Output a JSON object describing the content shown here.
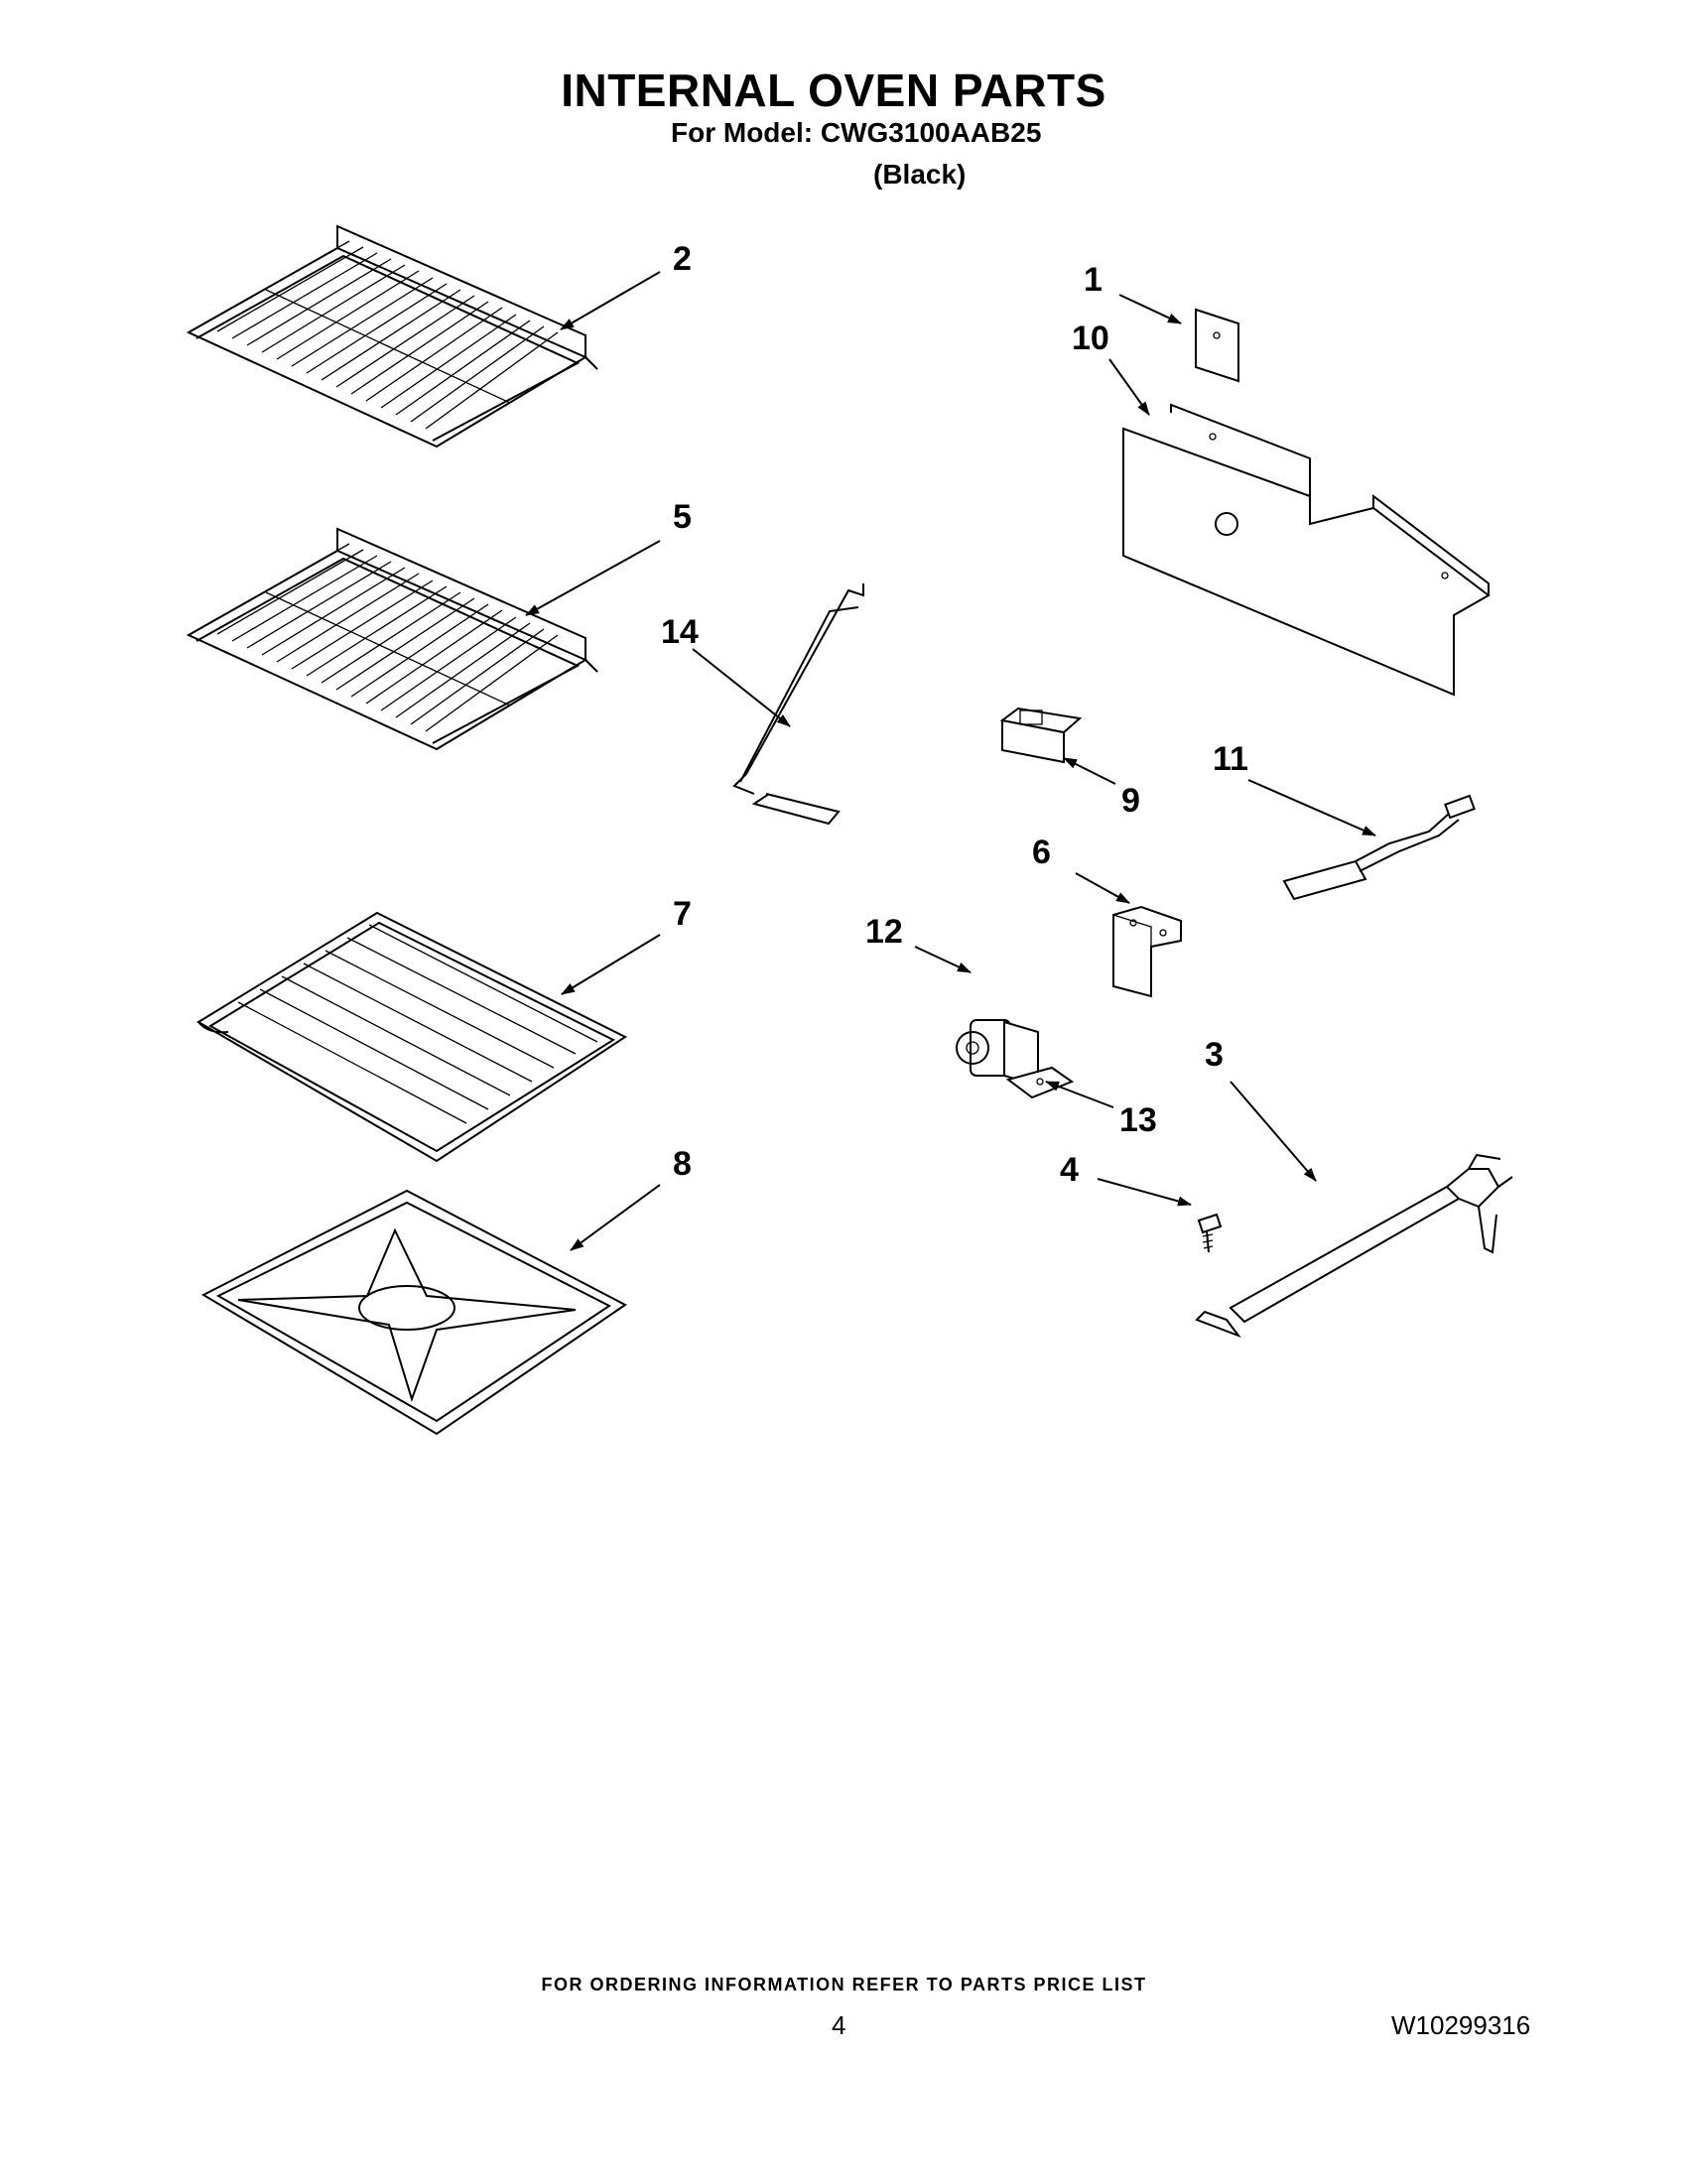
{
  "header": {
    "title": "INTERNAL OVEN PARTS",
    "model_line": "For Model: CWG3100AAB25",
    "color_note": "(Black)"
  },
  "diagram": {
    "callouts": [
      "1",
      "2",
      "3",
      "4",
      "5",
      "6",
      "7",
      "8",
      "9",
      "10",
      "11",
      "12",
      "13",
      "14"
    ]
  },
  "footer": {
    "ordering_note": "FOR ORDERING INFORMATION REFER TO PARTS PRICE LIST",
    "page_number": "4",
    "document_number": "W10299316"
  }
}
